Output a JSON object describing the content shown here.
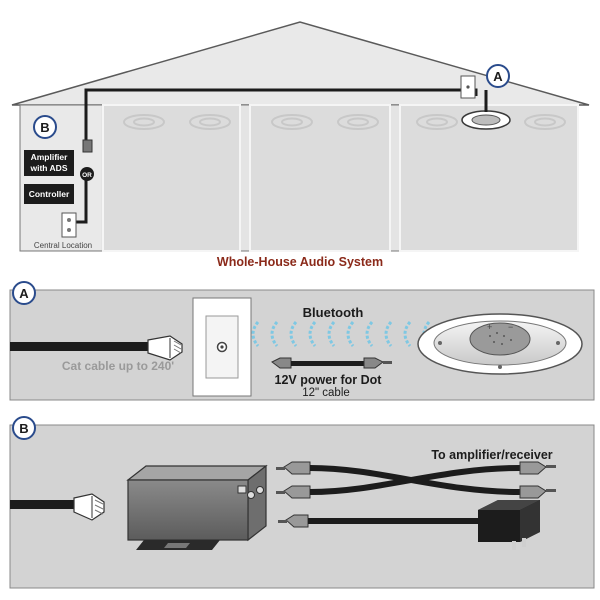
{
  "house": {
    "caption": "Whole-House Audio System",
    "marker_a": "A",
    "marker_b": "B",
    "amplifier_line1": "Amplifier",
    "amplifier_line2": "with ADS",
    "or_label": "OR",
    "controller_label": "Controller",
    "central_location": "Central Location"
  },
  "panel_a": {
    "marker": "A",
    "bluetooth_label": "Bluetooth",
    "cable_label": "Cat cable up to 240'",
    "power_label": "12V power for Dot",
    "power_cable_label": "12\" cable"
  },
  "panel_b": {
    "marker": "B",
    "output_label": "To amplifier/receiver"
  },
  "colors": {
    "roof_stroke": "#5a5a5a",
    "panel_fill": "#d3d3d3",
    "caption": "#8b2a1a",
    "marker_stroke": "#2a4b8c",
    "bluetooth": "#7ec8e3",
    "cable": "#1c1c1c"
  }
}
